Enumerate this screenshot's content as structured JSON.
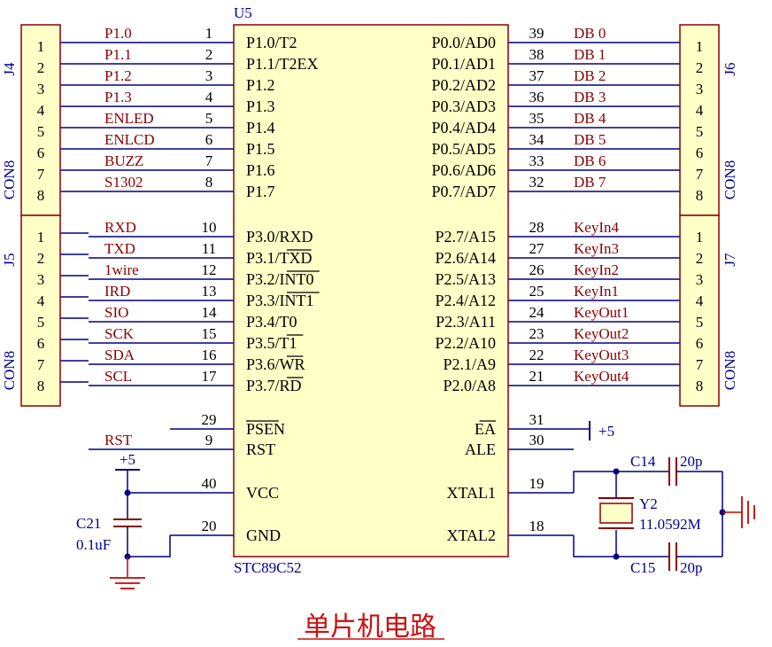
{
  "chip": {
    "ref": "U5",
    "model": "STC89C52",
    "left_pins": [
      {
        "num": "1",
        "name": "P1.0/T2",
        "net": "P1.0"
      },
      {
        "num": "2",
        "name": "P1.1/T2EX",
        "net": "P1.1"
      },
      {
        "num": "3",
        "name": "P1.2",
        "net": "P1.2"
      },
      {
        "num": "4",
        "name": "P1.3",
        "net": "P1.3"
      },
      {
        "num": "5",
        "name": "P1.4",
        "net": "ENLED"
      },
      {
        "num": "6",
        "name": "P1.5",
        "net": "ENLCD"
      },
      {
        "num": "7",
        "name": "P1.6",
        "net": "BUZZ"
      },
      {
        "num": "8",
        "name": "P1.7",
        "net": "S1302"
      },
      {
        "num": "10",
        "name": "P3.0/RXD",
        "net": "RXD"
      },
      {
        "num": "11",
        "name": "P3.1/TXD",
        "net": "TXD"
      },
      {
        "num": "12",
        "name": "P3.2/INT0",
        "net": "1wire"
      },
      {
        "num": "13",
        "name": "P3.3/INT1",
        "net": "IRD"
      },
      {
        "num": "14",
        "name": "P3.4/T0",
        "net": "SIO"
      },
      {
        "num": "15",
        "name": "P3.5/T1",
        "net": "SCK"
      },
      {
        "num": "16",
        "name": "P3.6/WR",
        "net": "SDA"
      },
      {
        "num": "17",
        "name": "P3.7/RD",
        "net": "SCL"
      },
      {
        "num": "29",
        "name": "PSEN",
        "net": ""
      },
      {
        "num": "9",
        "name": "RST",
        "net": "RST"
      },
      {
        "num": "40",
        "name": "VCC",
        "net": ""
      },
      {
        "num": "20",
        "name": "GND",
        "net": ""
      }
    ],
    "right_pins": [
      {
        "num": "39",
        "name": "P0.0/AD0",
        "net": "DB_0"
      },
      {
        "num": "38",
        "name": "P0.1/AD1",
        "net": "DB_1"
      },
      {
        "num": "37",
        "name": "P0.2/AD2",
        "net": "DB_2"
      },
      {
        "num": "36",
        "name": "P0.3/AD3",
        "net": "DB_3"
      },
      {
        "num": "35",
        "name": "P0.4/AD4",
        "net": "DB_4"
      },
      {
        "num": "34",
        "name": "P0.5/AD5",
        "net": "DB_5"
      },
      {
        "num": "33",
        "name": "P0.6/AD6",
        "net": "DB_6"
      },
      {
        "num": "32",
        "name": "P0.7/AD7",
        "net": "DB_7"
      },
      {
        "num": "28",
        "name": "P2.7/A15",
        "net": "KeyIn4"
      },
      {
        "num": "27",
        "name": "P2.6/A14",
        "net": "KeyIn3"
      },
      {
        "num": "26",
        "name": "P2.5/A13",
        "net": "KeyIn2"
      },
      {
        "num": "25",
        "name": "P2.4/A12",
        "net": "KeyIn1"
      },
      {
        "num": "24",
        "name": "P2.3/A11",
        "net": "KeyOut1"
      },
      {
        "num": "23",
        "name": "P2.2/A10",
        "net": "KeyOut2"
      },
      {
        "num": "22",
        "name": "P2.1/A9",
        "net": "KeyOut3"
      },
      {
        "num": "21",
        "name": "P2.0/A8",
        "net": "KeyOut4"
      },
      {
        "num": "31",
        "name": "EA",
        "net": ""
      },
      {
        "num": "30",
        "name": "ALE",
        "net": ""
      },
      {
        "num": "19",
        "name": "XTAL1",
        "net": ""
      },
      {
        "num": "18",
        "name": "XTAL2",
        "net": ""
      }
    ]
  },
  "connectors": [
    {
      "ref": "J4",
      "value": "CON8"
    },
    {
      "ref": "J5",
      "value": "CON8"
    },
    {
      "ref": "J6",
      "value": "CON8"
    },
    {
      "ref": "J7",
      "value": "CON8"
    }
  ],
  "connector_pin_numbers": [
    "1",
    "2",
    "3",
    "4",
    "5",
    "6",
    "7",
    "8"
  ],
  "power": {
    "vcc_label": "+5",
    "ea_label": "+5"
  },
  "capacitors": {
    "c21": {
      "ref": "C21",
      "value": "0.1uF"
    },
    "c14": {
      "ref": "C14",
      "value": "20p"
    },
    "c15": {
      "ref": "C15",
      "value": "20p"
    }
  },
  "crystal": {
    "ref": "Y2",
    "value": "11.0592M"
  },
  "title": "单片机电路",
  "colors": {
    "wire": "#000080",
    "component": "#8b0000",
    "body_fill": "#ffffc8",
    "net_text": "#8b0000",
    "ref_text": "#00008b",
    "ground": "#cc0000",
    "title": "#cc1111"
  }
}
